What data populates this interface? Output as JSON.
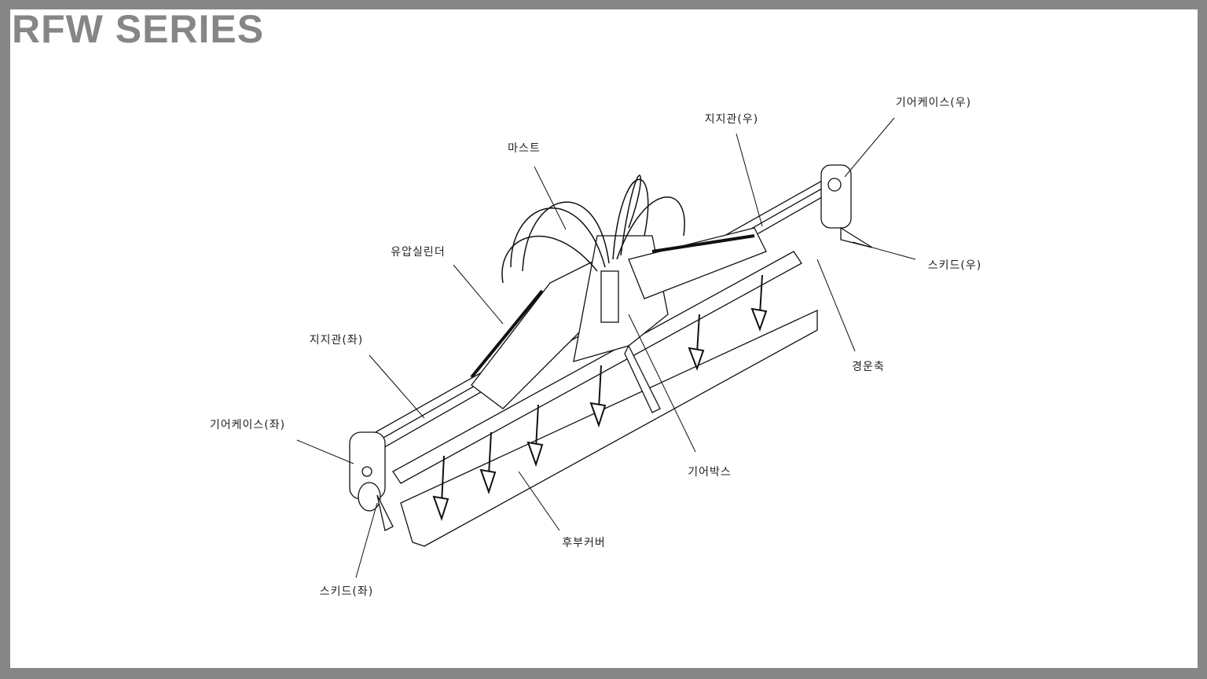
{
  "title": "RFW SERIES",
  "labels": {
    "mast": "마스트",
    "support_right": "지지관(우)",
    "gearcase_right": "기어케이스(우)",
    "hydraulic_cylinder": "유압실린더",
    "skid_right": "스키드(우)",
    "support_left": "지지관(좌)",
    "tilling_shaft": "경운축",
    "gearcase_left": "기어케이스(좌)",
    "gearbox": "기어박스",
    "rear_cover": "후부커버",
    "skid_left": "스키드(좌)"
  }
}
